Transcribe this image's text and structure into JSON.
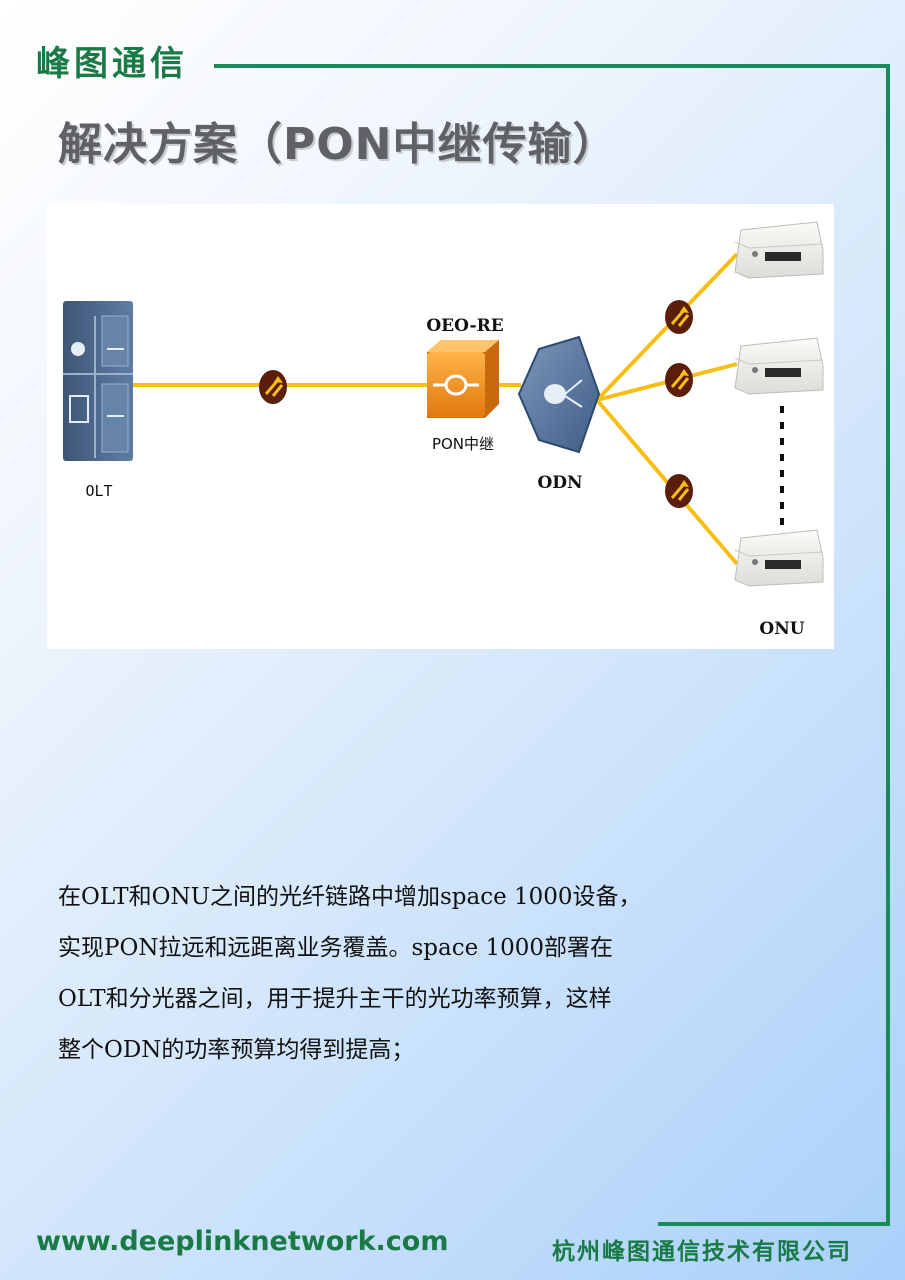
{
  "header": {
    "brand": "峰图通信",
    "title": "解决方案（PON中继传输）"
  },
  "diagram": {
    "olt_label": "OLT",
    "repeater_title": "OEO-RE",
    "repeater_label": "PON中继",
    "odn_label": "ODN",
    "onu_label": "ONU",
    "colors": {
      "fiber": "#f7be16",
      "olt": "#4e6a8e",
      "repeater": "#f08a1d",
      "odn": "#50709a",
      "marker": "#5a1e0a"
    }
  },
  "description": {
    "lines": [
      "在OLT和ONU之间的光纤链路中增加space 1000设备，",
      "实现PON拉远和远距离业务覆盖。space 1000部署在",
      "OLT和分光器之间，用于提升主干的光功率预算，这样",
      "整个ODN的功率预算均得到提高；"
    ]
  },
  "footer": {
    "website": "www.deeplinknetwork.com",
    "company": "杭州峰图通信技术有限公司"
  }
}
